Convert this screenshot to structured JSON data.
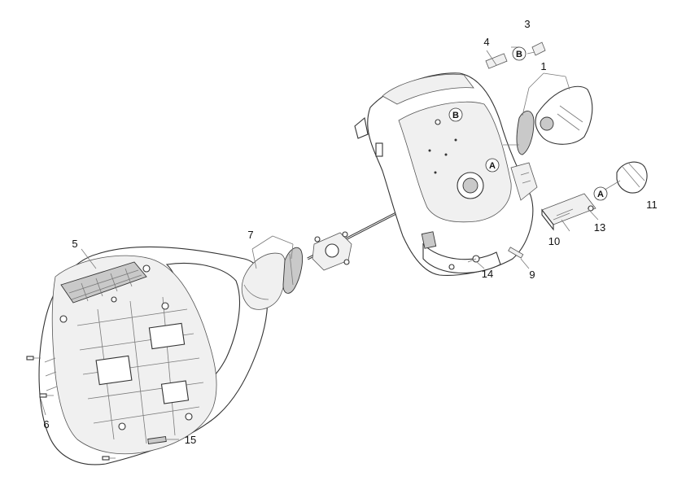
{
  "callouts": {
    "c1": "1",
    "c3": "3",
    "c4": "4",
    "c5": "5",
    "c6": "6",
    "c7": "7",
    "c9": "9",
    "c10": "10",
    "c11": "11",
    "c13": "13",
    "c14": "14",
    "c15": "15"
  },
  "badges": {
    "a_main": "A",
    "b_main": "B",
    "a_knob": "A",
    "b_small": "B"
  }
}
